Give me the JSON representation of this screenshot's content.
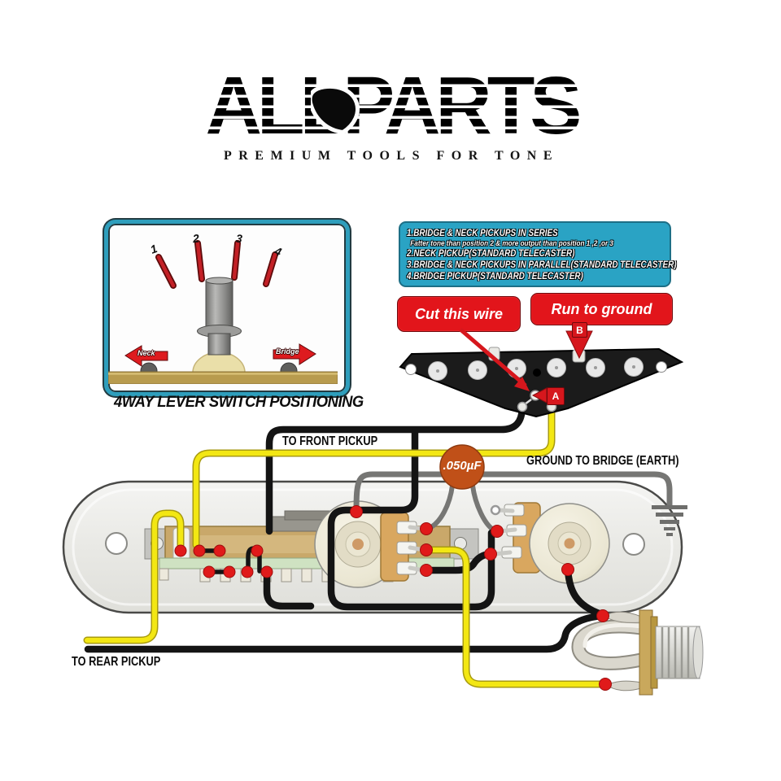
{
  "logo": {
    "brand": "ALLPARTS",
    "tagline": "PREMIUM TOOLS FOR TONE"
  },
  "switch_panel": {
    "caption": "4WAY LEVER SWITCH POSITIONING",
    "positions": [
      "1",
      "2",
      "3",
      "4"
    ],
    "neck_label": "Neck",
    "bridge_label": "Bridge"
  },
  "position_legend": {
    "lines": [
      "1.BRIDGE & NECK PICKUPS IN SERIES",
      "Fatter tone than position 2 & more output than position 1 ,2 ,or 3",
      "2.NECK PICKUP(STANDARD TELECASTER)",
      "3.BRIDGE & NECK PICKUPS IN PARALLEL(STANDARD TELECASTER)",
      "4.BRIDGE PICKUP(STANDARD TELECASTER)"
    ]
  },
  "callouts": {
    "cut_wire": "Cut this wire",
    "run_ground": "Run to ground",
    "marker_a": "A",
    "marker_b": "B"
  },
  "wiring_labels": {
    "front_pickup": "TO FRONT PICKUP",
    "rear_pickup": "TO REAR PICKUP",
    "ground_bridge": "GROUND TO BRIDGE (EARTH)",
    "capacitor_value": ".050µF"
  },
  "colors": {
    "teal": "#2AA3C4",
    "callout_red": "#E2151B",
    "wire_yellow": "#F3E713",
    "wire_black": "#141414",
    "wire_gray": "#767674",
    "capacitor_orange": "#C05018",
    "brass": "#C9A86A"
  }
}
